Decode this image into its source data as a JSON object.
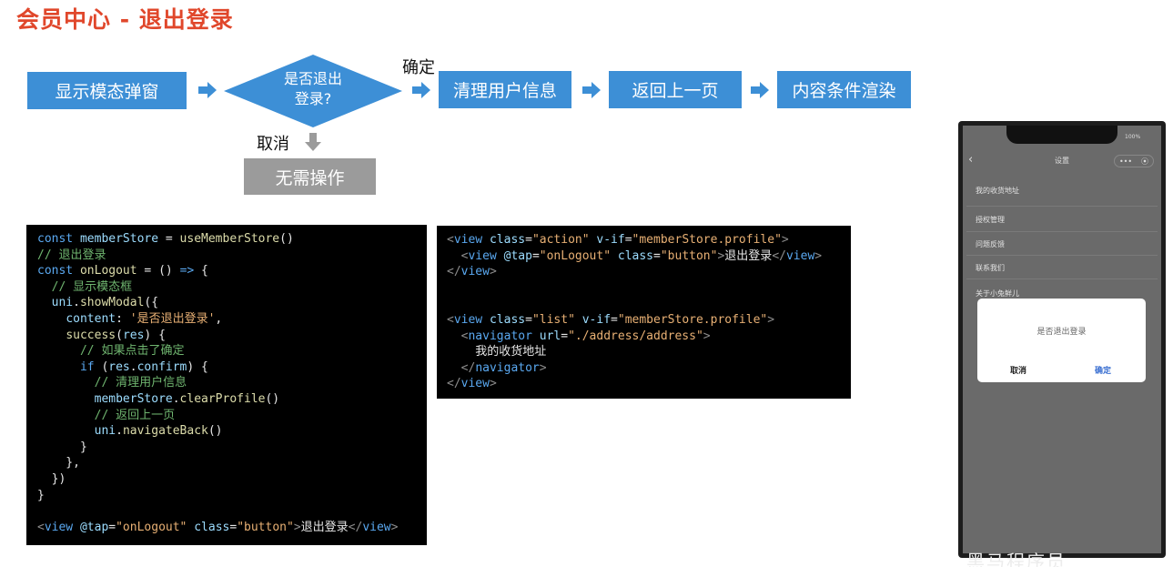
{
  "title": "会员中心 - 退出登录",
  "flow": {
    "step1": "显示模态弹窗",
    "decision_line1": "是否退出",
    "decision_line2": "登录?",
    "confirm_label": "确定",
    "cancel_label": "取消",
    "step2": "清理用户信息",
    "step3": "返回上一页",
    "step4": "内容条件渲染",
    "no_action": "无需操作"
  },
  "code_left": [
    [
      [
        "kw",
        "const "
      ],
      [
        "attr",
        "memberStore"
      ],
      [
        "pl",
        " = "
      ],
      [
        "fn",
        "useMemberStore"
      ],
      [
        "pl",
        "()"
      ]
    ],
    [
      [
        "cm",
        "// 退出登录"
      ]
    ],
    [
      [
        "kw",
        "const "
      ],
      [
        "fn",
        "onLogout"
      ],
      [
        "pl",
        " = () "
      ],
      [
        "kw",
        "=>"
      ],
      [
        "pl",
        " {"
      ]
    ],
    [
      [
        "cm",
        "  // 显示模态框"
      ]
    ],
    [
      [
        "pl",
        "  "
      ],
      [
        "attr",
        "uni"
      ],
      [
        "pl",
        "."
      ],
      [
        "fn",
        "showModal"
      ],
      [
        "pl",
        "({"
      ]
    ],
    [
      [
        "pl",
        "    "
      ],
      [
        "attr",
        "content"
      ],
      [
        "pl",
        ": "
      ],
      [
        "str",
        "'是否退出登录'"
      ],
      [
        "pl",
        ","
      ]
    ],
    [
      [
        "pl",
        "    "
      ],
      [
        "fn",
        "success"
      ],
      [
        "pl",
        "("
      ],
      [
        "attr",
        "res"
      ],
      [
        "pl",
        ") {"
      ]
    ],
    [
      [
        "cm",
        "      // 如果点击了确定"
      ]
    ],
    [
      [
        "pl",
        "      "
      ],
      [
        "kw",
        "if"
      ],
      [
        "pl",
        " ("
      ],
      [
        "attr",
        "res"
      ],
      [
        "pl",
        "."
      ],
      [
        "attr",
        "confirm"
      ],
      [
        "pl",
        ") {"
      ]
    ],
    [
      [
        "cm",
        "        // 清理用户信息"
      ]
    ],
    [
      [
        "pl",
        "        "
      ],
      [
        "attr",
        "memberStore"
      ],
      [
        "pl",
        "."
      ],
      [
        "fn",
        "clearProfile"
      ],
      [
        "pl",
        "()"
      ]
    ],
    [
      [
        "cm",
        "        // 返回上一页"
      ]
    ],
    [
      [
        "pl",
        "        "
      ],
      [
        "attr",
        "uni"
      ],
      [
        "pl",
        "."
      ],
      [
        "fn",
        "navigateBack"
      ],
      [
        "pl",
        "()"
      ]
    ],
    [
      [
        "pl",
        "      }"
      ]
    ],
    [
      [
        "pl",
        "    },"
      ]
    ],
    [
      [
        "pl",
        "  })"
      ]
    ],
    [
      [
        "pl",
        "}"
      ]
    ],
    [
      [
        "pl",
        ""
      ]
    ],
    [
      [
        "tag",
        "<"
      ],
      [
        "kw",
        "view"
      ],
      [
        "pl",
        " "
      ],
      [
        "attr",
        "@tap"
      ],
      [
        "pl",
        "="
      ],
      [
        "str",
        "\"onLogout\""
      ],
      [
        "pl",
        " "
      ],
      [
        "attr",
        "class"
      ],
      [
        "pl",
        "="
      ],
      [
        "str",
        "\"button\""
      ],
      [
        "tag",
        ">"
      ],
      [
        "pl",
        "退出登录"
      ],
      [
        "tag",
        "</"
      ],
      [
        "kw",
        "view"
      ],
      [
        "tag",
        ">"
      ]
    ]
  ],
  "code_right": [
    [
      [
        "tag",
        "<"
      ],
      [
        "kw",
        "view"
      ],
      [
        "pl",
        " "
      ],
      [
        "attr",
        "class"
      ],
      [
        "pl",
        "="
      ],
      [
        "str",
        "\"action\""
      ],
      [
        "pl",
        " "
      ],
      [
        "attr",
        "v-if"
      ],
      [
        "pl",
        "="
      ],
      [
        "str",
        "\"memberStore.profile\""
      ],
      [
        "tag",
        ">"
      ]
    ],
    [
      [
        "pl",
        "  "
      ],
      [
        "tag",
        "<"
      ],
      [
        "kw",
        "view"
      ],
      [
        "pl",
        " "
      ],
      [
        "attr",
        "@tap"
      ],
      [
        "pl",
        "="
      ],
      [
        "str",
        "\"onLogout\""
      ],
      [
        "pl",
        " "
      ],
      [
        "attr",
        "class"
      ],
      [
        "pl",
        "="
      ],
      [
        "str",
        "\"button\""
      ],
      [
        "tag",
        ">"
      ],
      [
        "pl",
        "退出登录"
      ],
      [
        "tag",
        "</"
      ],
      [
        "kw",
        "view"
      ],
      [
        "tag",
        ">"
      ]
    ],
    [
      [
        "tag",
        "</"
      ],
      [
        "kw",
        "view"
      ],
      [
        "tag",
        ">"
      ]
    ],
    [
      [
        "pl",
        ""
      ]
    ],
    [
      [
        "pl",
        ""
      ]
    ],
    [
      [
        "tag",
        "<"
      ],
      [
        "kw",
        "view"
      ],
      [
        "pl",
        " "
      ],
      [
        "attr",
        "class"
      ],
      [
        "pl",
        "="
      ],
      [
        "str",
        "\"list\""
      ],
      [
        "pl",
        " "
      ],
      [
        "attr",
        "v-if"
      ],
      [
        "pl",
        "="
      ],
      [
        "str",
        "\"memberStore.profile\""
      ],
      [
        "tag",
        ">"
      ]
    ],
    [
      [
        "pl",
        "  "
      ],
      [
        "tag",
        "<"
      ],
      [
        "kw",
        "navigator"
      ],
      [
        "pl",
        " "
      ],
      [
        "attr",
        "url"
      ],
      [
        "pl",
        "="
      ],
      [
        "str",
        "\"./address/address\""
      ],
      [
        "tag",
        ">"
      ]
    ],
    [
      [
        "pl",
        "    我的收货地址"
      ]
    ],
    [
      [
        "pl",
        "  "
      ],
      [
        "tag",
        "</"
      ],
      [
        "kw",
        "navigator"
      ],
      [
        "tag",
        ">"
      ]
    ],
    [
      [
        "tag",
        "</"
      ],
      [
        "kw",
        "view"
      ],
      [
        "tag",
        ">"
      ]
    ]
  ],
  "phone": {
    "battery": "100%",
    "nav_title": "设置",
    "menu": [
      "我的收货地址",
      "授权管理",
      "问题反馈",
      "联系我们",
      "关于小兔鲜儿"
    ],
    "modal_message": "是否退出登录",
    "modal_cancel": "取消",
    "modal_confirm": "确定",
    "capsule_dots": "•••",
    "capsule_target": "⦿",
    "back_icon": "‹"
  },
  "watermark": "黑马程序员"
}
